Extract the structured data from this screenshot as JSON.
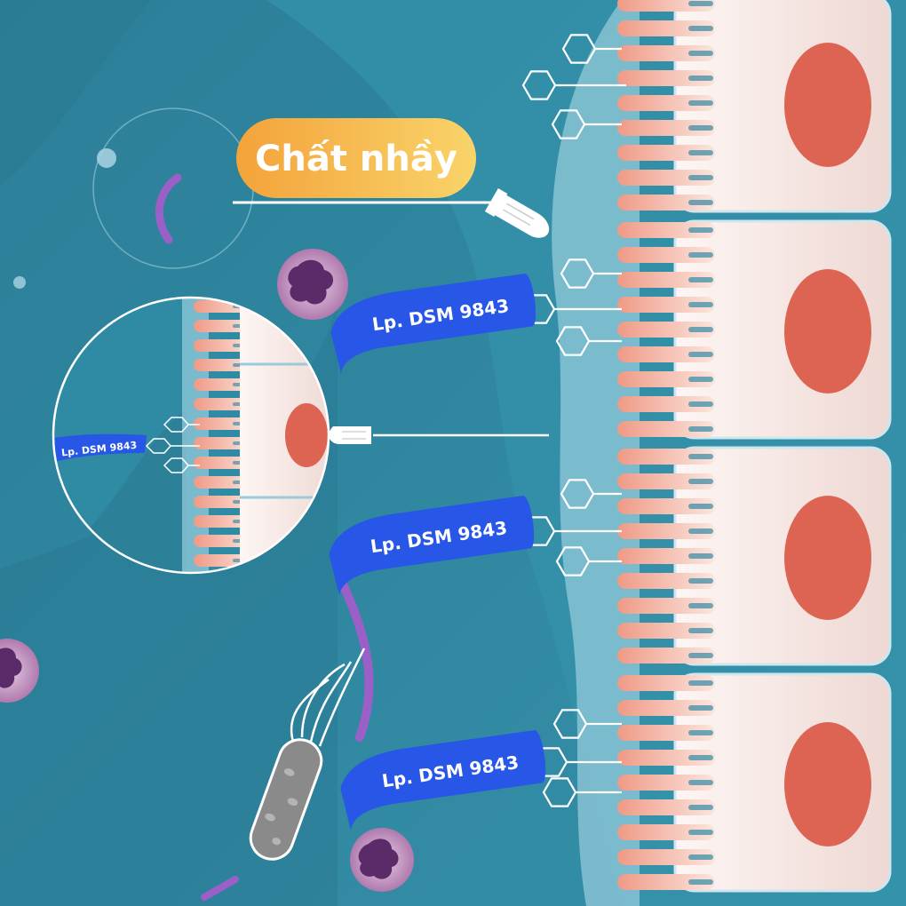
{
  "title_label": "Chất nhầy",
  "bacteria_labels": [
    "Lp. DSM 9843",
    "Lp. DSM 9843",
    "Lp. DSM 9843"
  ],
  "zoom_label": "Lp. DSM 9843",
  "colors": {
    "background": "#2f8aa3",
    "mucus_layer": "#8cc6d6",
    "cell_body": "#f7ebe8",
    "nucleus": "#dd6452",
    "microvilli": "#f2a896",
    "label_blue": "#2856e6",
    "title_gradient_start": "#f3a33a",
    "title_gradient_end": "#f9d46a",
    "neutrophil": "#b780b5",
    "rod_bacterium": "#8a8a8a"
  }
}
